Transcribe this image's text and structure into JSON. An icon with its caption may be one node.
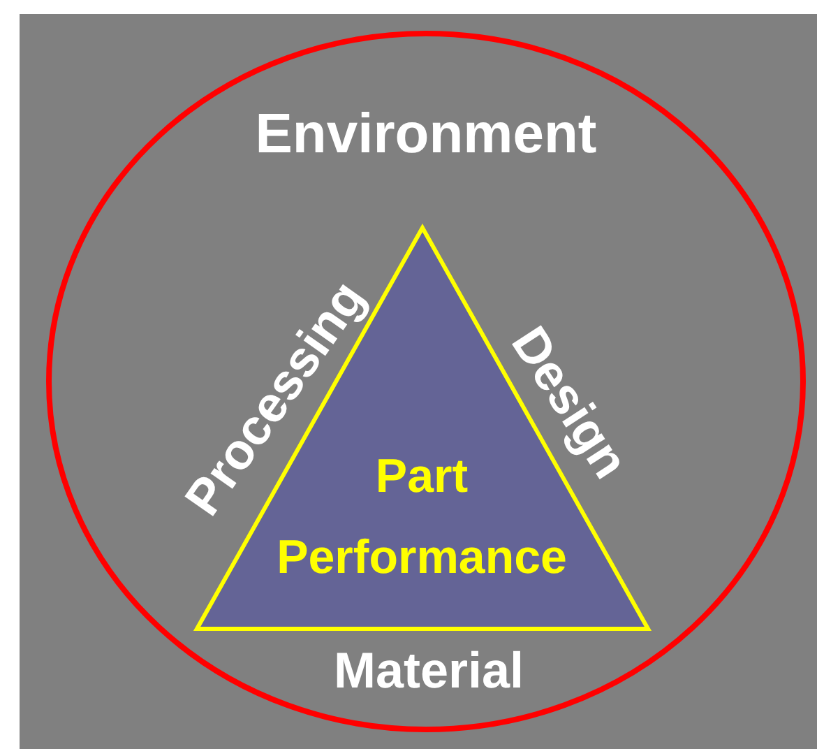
{
  "diagram": {
    "nodes": [
      {
        "text": [
          "Environment"
        ]
      },
      {
        "text": [
          "Part Performance"
        ],
        "in": 0
      }
    ],
    "edges": [],
    "labels": [
      "Processing",
      "Design",
      "Material"
    ]
  }
}
